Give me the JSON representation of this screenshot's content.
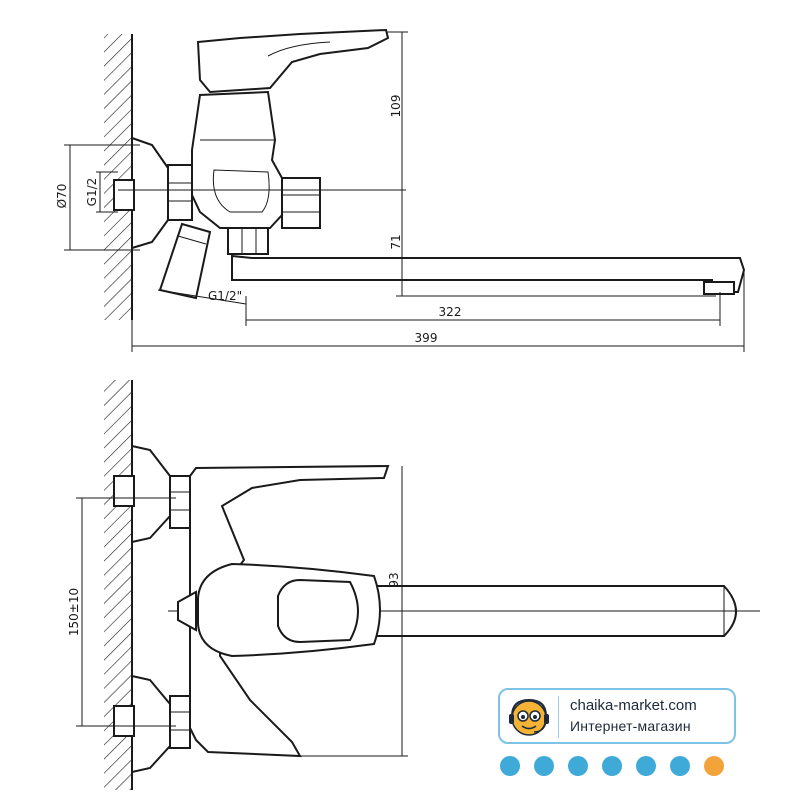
{
  "dimensions": {
    "top_height": "109",
    "spout_drop": "71",
    "spout_reach": "322",
    "total_length": "399",
    "flange_diameter": "Ø70",
    "thread_inlet": "G1/2",
    "thread_outlet": "G1/2\"",
    "side_height": "93",
    "center_distance": "150±10"
  },
  "badge": {
    "site": "chaika-market.com",
    "subtitle": "Интернет-магазин"
  },
  "colors": {
    "dot_blue": "#3fa9d8",
    "dot_orange": "#f2a33a",
    "border": "#7ec3e6",
    "mascot": "#f5b335"
  },
  "icons": {
    "mascot": "smiling-face-with-headset-icon"
  },
  "dot_colors": [
    "#3fa9d8",
    "#3fa9d8",
    "#3fa9d8",
    "#3fa9d8",
    "#3fa9d8",
    "#3fa9d8",
    "#f2a33a"
  ]
}
